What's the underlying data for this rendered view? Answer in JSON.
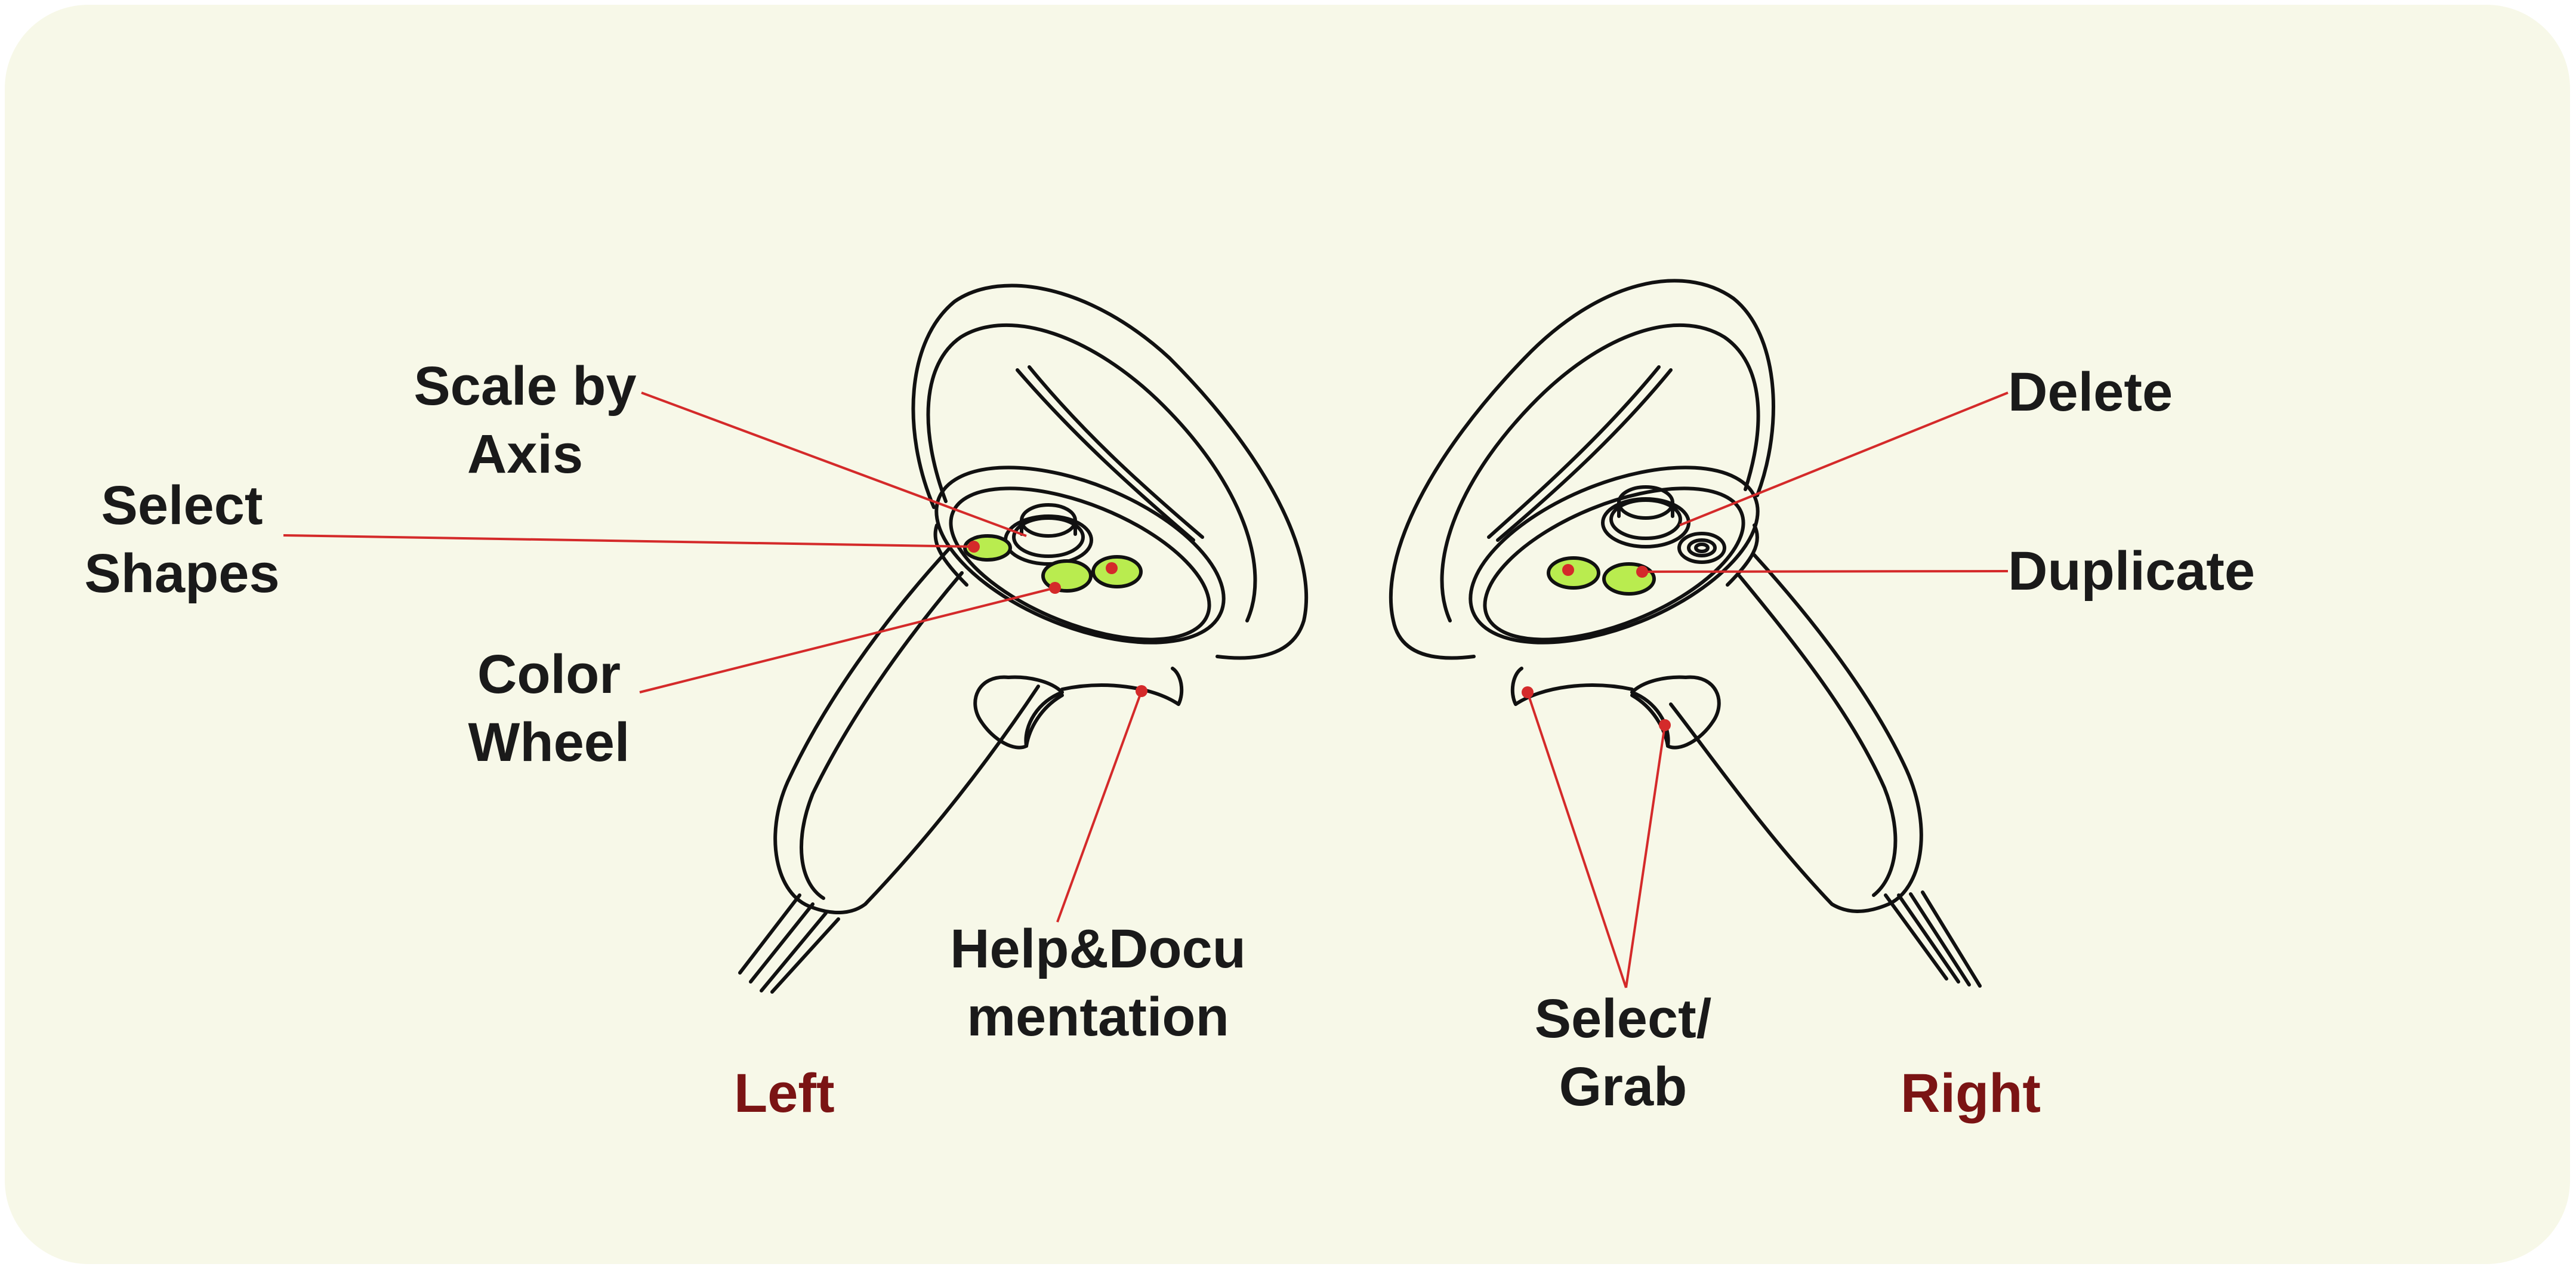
{
  "title": "",
  "labels": {
    "scale_by_axis": [
      "Scale by",
      "Axis"
    ],
    "select_shapes": [
      "Select",
      "Shapes"
    ],
    "color_wheel": [
      "Color",
      "Wheel"
    ],
    "help_docs": [
      "Help&Docu",
      "mentation"
    ],
    "delete": "Delete",
    "duplicate": "Duplicate",
    "select_grab": [
      "Select/",
      "Grab"
    ]
  },
  "sides": {
    "left": "Left",
    "right": "Right"
  },
  "colors": {
    "background": "#f7f8e8",
    "callout": "#d42a2a",
    "button_fill": "#b9ec4f",
    "side_label": "#7b1414",
    "text": "#1a1a1a",
    "outline": "#111111"
  },
  "icons": [
    "left-controller-icon",
    "right-controller-icon"
  ]
}
